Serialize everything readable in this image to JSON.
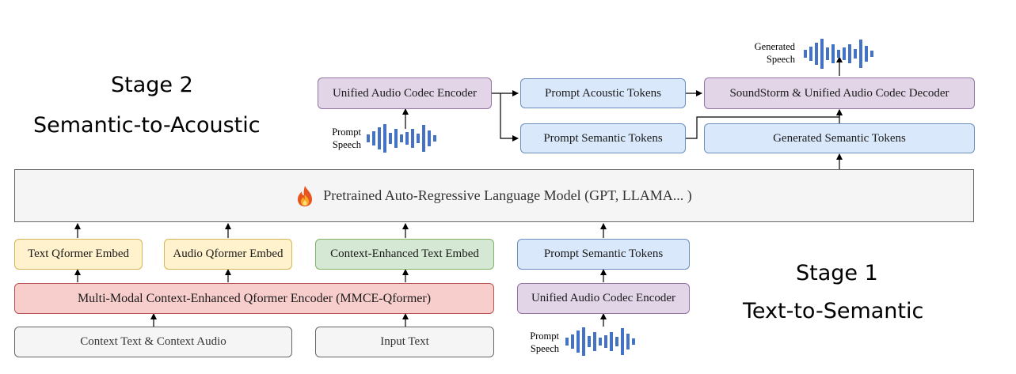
{
  "stage2": {
    "title": "Stage 2",
    "subtitle": "Semantic-to-Acoustic"
  },
  "stage1": {
    "title": "Stage 1",
    "subtitle": "Text-to-Semantic"
  },
  "top": {
    "codec_encoder": "Unified Audio Codec Encoder",
    "prompt_acoustic": "Prompt Acoustic Tokens",
    "prompt_semantic": "Prompt Semantic Tokens",
    "decoder": "SoundStorm & Unified Audio Codec Decoder",
    "generated_semantic": "Generated Semantic Tokens",
    "prompt_speech_1": "Prompt",
    "prompt_speech_2": "Speech",
    "generated_speech_1": "Generated",
    "generated_speech_2": "Speech"
  },
  "lm": {
    "label": "Pretrained Auto-Regressive Language Model (GPT, LLAMA... )",
    "icon": "fire-icon"
  },
  "bottom": {
    "text_qformer": "Text Qformer Embed",
    "audio_qformer": "Audio Qformer Embed",
    "context_text_embed": "Context-Enhanced Text Embed",
    "prompt_semantic": "Prompt Semantic Tokens",
    "mmce": "Multi-Modal Context-Enhanced Qformer Encoder (MMCE-Qformer)",
    "codec_encoder": "Unified Audio Codec Encoder",
    "context_input": "Context Text & Context Audio",
    "input_text": "Input Text",
    "prompt_speech_1": "Prompt",
    "prompt_speech_2": "Speech"
  },
  "colors": {
    "purple_fill": "#e1d5e7",
    "blue_fill": "#dae8fc",
    "yellow_fill": "#fff2cc",
    "green_fill": "#d5e8d4",
    "red_fill": "#f8cecc",
    "gray_fill": "#f5f5f5",
    "wave": "#4472c4"
  }
}
